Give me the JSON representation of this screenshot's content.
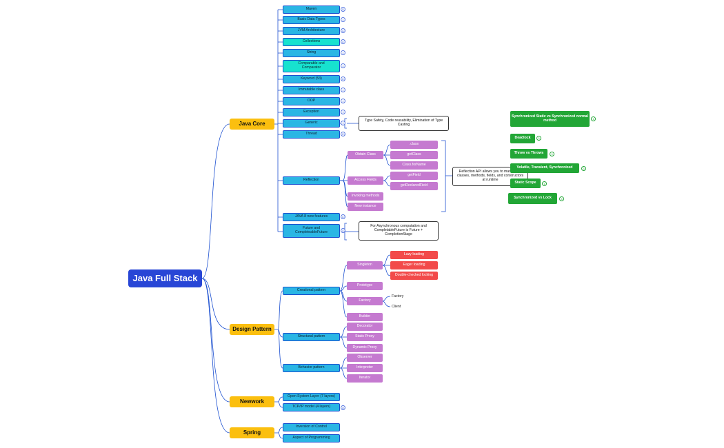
{
  "root": {
    "label": "Java Full Stack"
  },
  "java_core": {
    "label": "Java Core",
    "items": {
      "maven": {
        "label": "Maven",
        "count": "11"
      },
      "basic_types": {
        "label": "Basic Data Types",
        "count": "4"
      },
      "jvm": {
        "label": "JVM Architecture",
        "count": "12"
      },
      "collections": {
        "label": "Collections",
        "count": "17"
      },
      "string": {
        "label": "String",
        "count": "4"
      },
      "comparable": {
        "label": "Comparable and Comparator",
        "count": "4"
      },
      "keyword": {
        "label": "Keyword (53)",
        "count": "10"
      },
      "immutable": {
        "label": "Immutable class",
        "count": "4"
      },
      "oop": {
        "label": "OOP",
        "count": "4"
      },
      "exception": {
        "label": "Exception",
        "count": "3"
      },
      "generic": {
        "label": "Generic",
        "count": "3"
      },
      "thread": {
        "label": "Thread",
        "count": "10"
      },
      "reflection": {
        "label": "Reflection"
      },
      "java8": {
        "label": "JAVA 8 new features",
        "count": "10"
      },
      "future": {
        "label": "Future and CompleteableFuture",
        "count": "13"
      }
    },
    "generic_note": "Type Safety, Code reusability, Elimination of Type Casting",
    "reflection": {
      "obtain_class": "Obtain Class",
      "dot_class": ".class",
      "get_class": "getClass",
      "class_forname": "Class.forName",
      "access_fields": "Access Fields",
      "get_field": "getField",
      "get_declared_field": "getDeclaredField",
      "invoking_methods": "Invoking methods",
      "new_instance": "New instance",
      "note": "Reflection API allows you to manipulate classes, methods, fields, and constructors at runtime"
    },
    "future_note": "For Asynchronous computation and CompletableFuture is Future + CompletionStage",
    "thread_topics": {
      "sync_static": {
        "label": "Synchronized Static vs Synchronized normal method",
        "count": "1"
      },
      "deadlock": {
        "label": "Deadlock",
        "count": "3"
      },
      "throw": {
        "label": "Throw vs Throws",
        "count": "3"
      },
      "volatile": {
        "label": "Volatile, Transient, Synchronized",
        "count": "3"
      },
      "static_scope": {
        "label": "Static Scope",
        "count": "1"
      },
      "sync_lock": {
        "label": "Synchronized vs Lock",
        "count": "3"
      }
    }
  },
  "design_pattern": {
    "label": "Design Pattern",
    "creational": "Creational pattern",
    "singleton": "Singleton",
    "lazy": "Lazy loading",
    "eager": "Eager loading",
    "double_checked": "Double-checked locking",
    "prototype": "Prototype",
    "factory": "Factory",
    "factory_sub": "Factory",
    "client": "Client",
    "builder": "Builder",
    "structural": "Structural pattern",
    "decorator": "Decorator",
    "static_proxy": "Static Proxy",
    "dynamic_proxy": "Dynamic Proxy",
    "behavior": "Behavior pattern",
    "observer": "Observer",
    "interpreter": "Interpreter",
    "iterator": "Iterator"
  },
  "network": {
    "label": "Newwork",
    "osi": "Open System Layer (7 layers)",
    "tcpip": {
      "label": "TCP/IP model (4 layers)",
      "count": "14"
    }
  },
  "spring": {
    "label": "Spring",
    "ioc": "Inversion of Control",
    "aop": "Aspect of Programming"
  },
  "colors": {
    "root": "#2846d6",
    "branch": "#fbbf0f",
    "topic": "#2ab6e4",
    "topic_highlight": "#17e2cf",
    "subtopic": "#c57ad0",
    "leaf_red": "#f24a4a",
    "leaf_green": "#22a636",
    "connector": "#1b4fd0"
  }
}
